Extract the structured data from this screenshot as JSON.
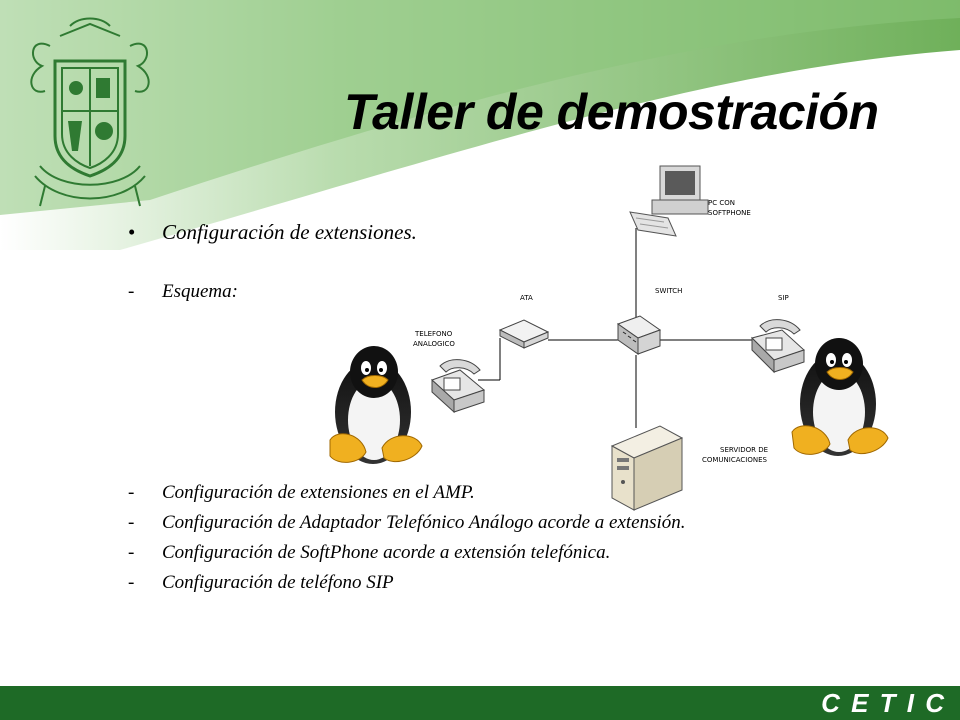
{
  "slide": {
    "title": "Taller de demostración",
    "bullet": "Configuración de extensiones.",
    "sub_header": "Esquema:",
    "steps": [
      "Configuración de extensiones en el AMP.",
      "Configuración de Adaptador Telefónico Análogo acorde a extensión.",
      "Configuración de SoftPhone acorde a extensión telefónica.",
      "Configuración de teléfono SIP"
    ],
    "footer_brand": "C E T I C"
  },
  "diagram": {
    "labels": {
      "pc_line1": "PC CON",
      "pc_line2": "SOFTPHONE",
      "switch": "SWITCH",
      "ata": "ATA",
      "sip": "SIP",
      "phone_line1": "TELEFONO",
      "phone_line2": "ANALOGICO",
      "server_line1": "SERVIDOR DE",
      "server_line2": "COMUNICACIONES"
    }
  },
  "colors": {
    "accent_green": "#1e6a26",
    "swoosh_green": "#7fbf6a",
    "logo_green": "#2f7a32"
  }
}
